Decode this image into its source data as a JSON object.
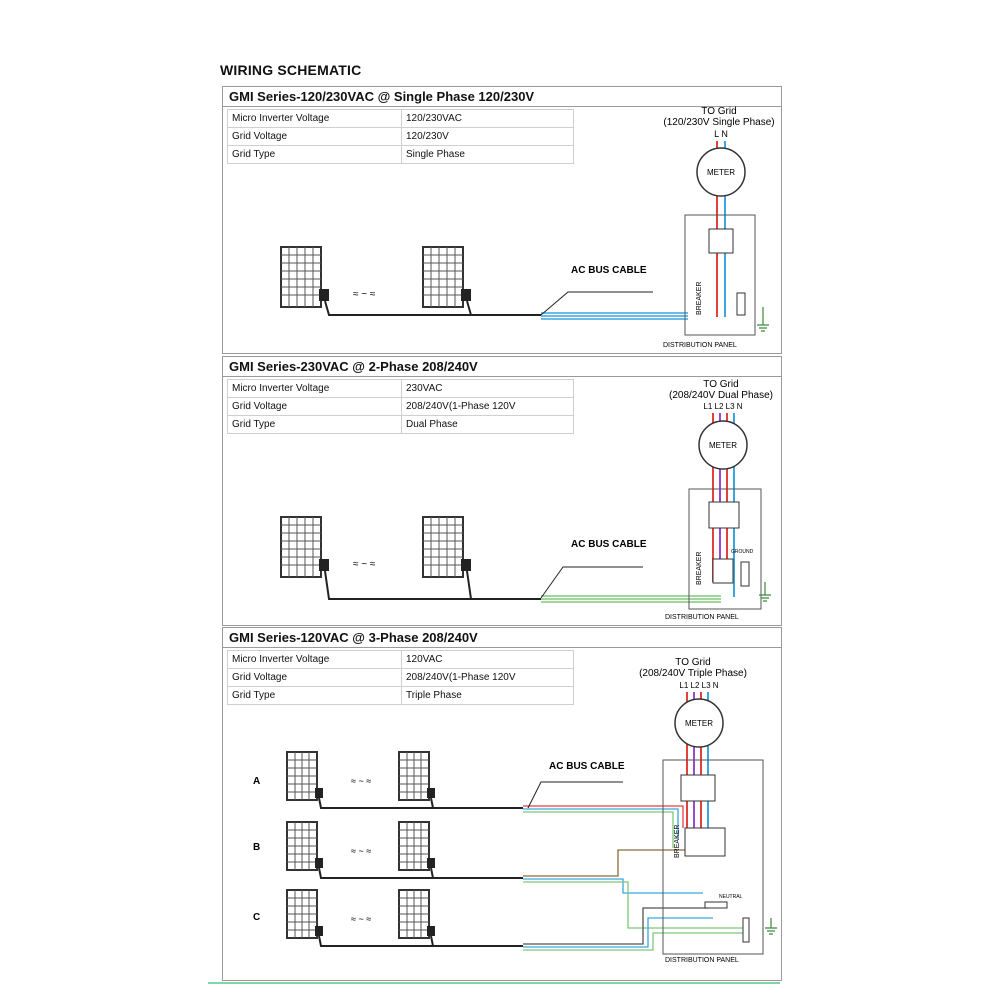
{
  "title": "WIRING SCHEMATIC",
  "sections": [
    {
      "title": "GMI Series-120/230VAC @ Single Phase 120/230V",
      "specs": [
        {
          "label": "Micro Inverter Voltage",
          "value": "120/230VAC"
        },
        {
          "label": "Grid  Voltage",
          "value": "120/230V"
        },
        {
          "label": "Grid Type",
          "value": "Single Phase"
        }
      ],
      "grid_line1": "TO Grid",
      "grid_line2": "(120/230V Single Phase)",
      "phases": "L N",
      "meter": "METER",
      "bus_cable": "AC BUS CABLE",
      "breaker": "BREAKER",
      "panel": "DISTRIBUTION PANEL",
      "spacer": "≈ ~ ≈"
    },
    {
      "title": "GMI Series-230VAC @ 2-Phase 208/240V",
      "specs": [
        {
          "label": "Micro Inverter Voltage",
          "value": "230VAC"
        },
        {
          "label": "Grid  Voltage",
          "value": "208/240V(1-Phase 120V"
        },
        {
          "label": "Grid Type",
          "value": "Dual Phase"
        }
      ],
      "grid_line1": "TO Grid",
      "grid_line2": "(208/240V Dual Phase)",
      "phases": "L1 L2 L3 N",
      "meter": "METER",
      "bus_cable": "AC BUS CABLE",
      "breaker": "BREAKER",
      "ground": "GROUND",
      "panel": "DISTRIBUTION PANEL",
      "spacer": "≈ ~ ≈"
    },
    {
      "title": "GMI Series-120VAC @ 3-Phase 208/240V",
      "specs": [
        {
          "label": "Micro Inverter Voltage",
          "value": "120VAC"
        },
        {
          "label": "Grid  Voltage",
          "value": "208/240V(1-Phase 120V"
        },
        {
          "label": "Grid Type",
          "value": "Triple Phase"
        }
      ],
      "grid_line1": "TO Grid",
      "grid_line2": "(208/240V Triple Phase)",
      "phases": "L1 L2 L3 N",
      "meter": "METER",
      "bus_cable": "AC BUS CABLE",
      "breaker": "BREAKER",
      "neutral": "NEUTRAL",
      "panel": "DISTRIBUTION PANEL",
      "rows": [
        "A",
        "B",
        "C"
      ],
      "spacer": "≈ ~ ≈"
    }
  ],
  "colors": {
    "wire_red": "#e2403a",
    "wire_blue": "#3aa6e0",
    "wire_green": "#7ec87a",
    "wire_brown": "#8a6a3a",
    "panel_border": "#555555",
    "divider": "#7fd6a6"
  }
}
